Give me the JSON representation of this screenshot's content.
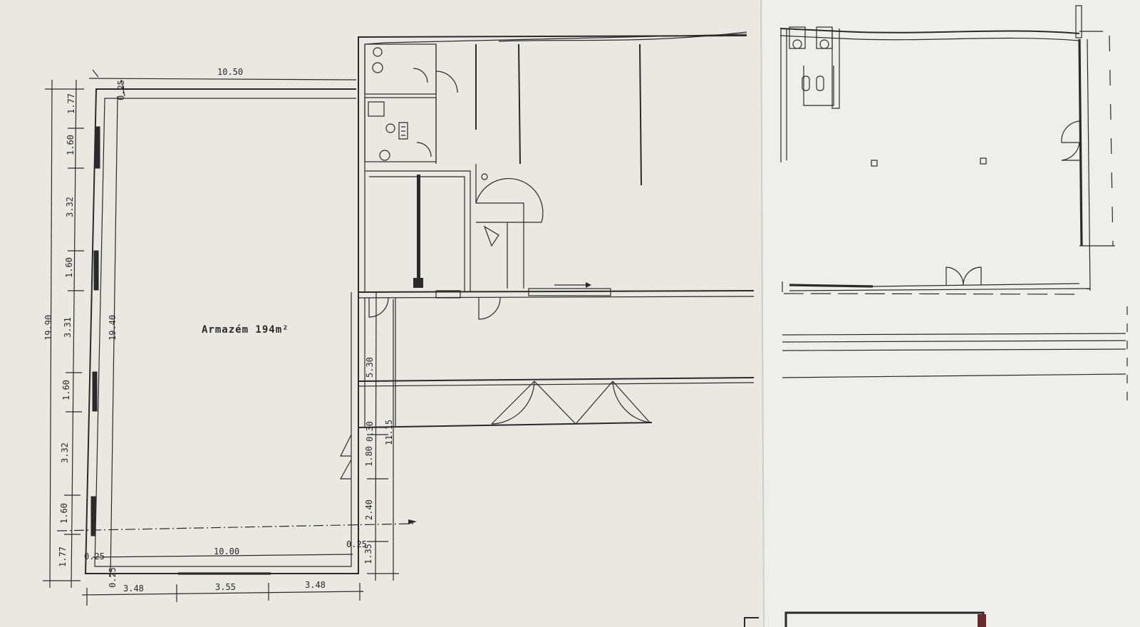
{
  "room_label": "Armazém 194m²",
  "dimensions": {
    "top_width": "10.50",
    "inner_bottom_width": "10.00",
    "wall_thickness": "0.25",
    "outer_height": "19.90",
    "inner_height": "19.40",
    "bottom_segments": [
      "3.48",
      "3.55",
      "3.48"
    ],
    "left_segments": [
      "1.77",
      "1.60",
      "3.32",
      "1.60",
      "3.31",
      "1.60",
      "3.32",
      "1.60",
      "1.77"
    ],
    "right_segments": [
      "5.30",
      "0.30",
      "1.80",
      "2.40",
      "1.35"
    ],
    "right_total": "11.15"
  },
  "colors": {
    "paper_left": "#e9e8e3",
    "paper_right": "#eeeeeb",
    "ink": "#2a2a2a",
    "frame_accent": "#6b2a2e"
  }
}
